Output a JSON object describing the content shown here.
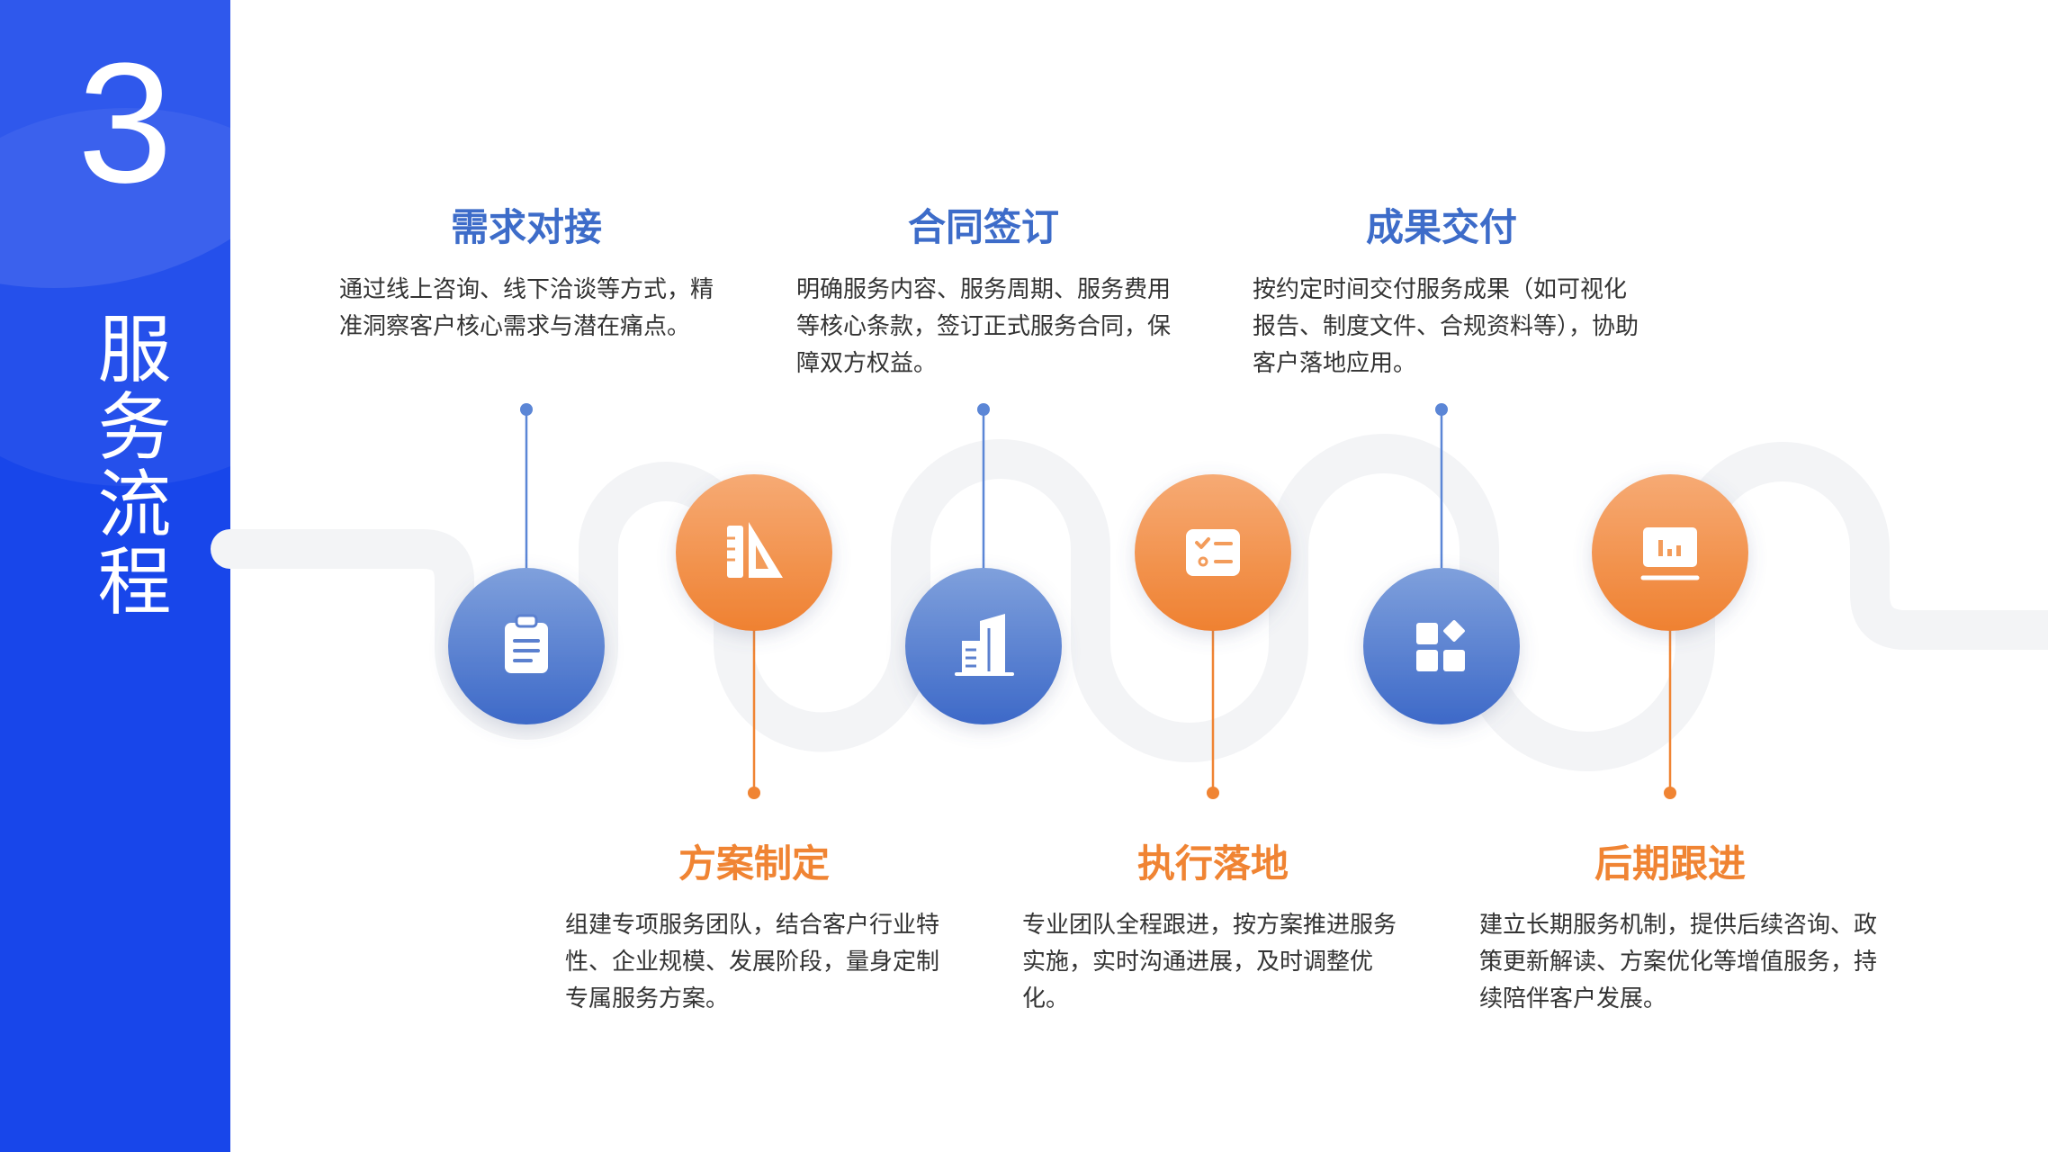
{
  "sidebar": {
    "number": "3",
    "title": "服务流程",
    "color": "#1846ea"
  },
  "colors": {
    "blue": "#3d6cc9",
    "orange": "#f08433",
    "track": "#f3f4f6"
  },
  "steps": [
    {
      "title": "需求对接",
      "description": "通过线上咨询、线下洽谈等方式，精准洞察客户核心需求与潜在痛点。",
      "icon": "clipboard-icon",
      "color": "blue"
    },
    {
      "title": "方案制定",
      "description": "组建专项服务团队，结合客户行业特性、企业规模、发展阶段，量身定制专属服务方案。",
      "icon": "ruler-triangle-icon",
      "color": "orange"
    },
    {
      "title": "合同签订",
      "description": "明确服务内容、服务周期、服务费用等核心条款，签订正式服务合同，保障双方权益。",
      "icon": "building-icon",
      "color": "blue"
    },
    {
      "title": "执行落地",
      "description": "专业团队全程跟进，按方案推进服务实施，实时沟通进展，及时调整优化。",
      "icon": "checklist-icon",
      "color": "orange"
    },
    {
      "title": "成果交付",
      "description": "按约定时间交付服务成果（如可视化报告、制度文件、合规资料等），协助客户落地应用。",
      "icon": "apps-grid-icon",
      "color": "blue"
    },
    {
      "title": "后期跟进",
      "description": "建立长期服务机制，提供后续咨询、政策更新解读、方案优化等增值服务，持续陪伴客户发展。",
      "icon": "monitor-chart-icon",
      "color": "orange"
    }
  ]
}
